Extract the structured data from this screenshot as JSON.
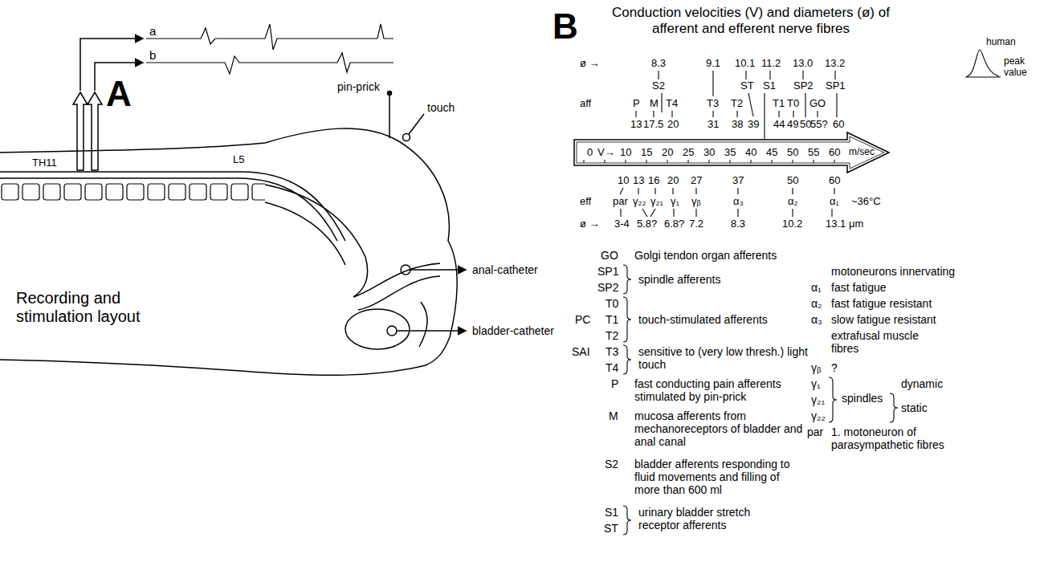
{
  "diagram": {
    "nodes": [
      {
        "text": [
          "0",
          "V→",
          "10",
          "15",
          "20",
          "25",
          "30",
          "35",
          "40",
          "45",
          "50",
          "55",
          "60",
          "m/sec"
        ]
      }
    ],
    "labels": [
      "A",
      "a",
      "b",
      "TH11",
      "L5",
      "pin-prick",
      "touch",
      "anal-catheter",
      "bladder-catheter",
      "Recording and stimulation layout",
      "B",
      "Conduction velocities (V) and diameters (ø) of afferent and efferent nerve fibres",
      "human",
      "peak value",
      "ø →",
      "aff",
      "8.3",
      "9.1",
      "10.1",
      "11.2",
      "13.0",
      "13.2",
      "S2",
      "ST",
      "S1",
      "SP2",
      "SP1",
      "P",
      "M",
      "T4",
      "T3",
      "T2",
      "T1",
      "T0",
      "GO",
      "13",
      "17.5",
      "20",
      "31",
      "38",
      "39",
      "44",
      "49",
      "50",
      "55?",
      "60",
      "10",
      "13",
      "16",
      "20",
      "27",
      "37",
      "50",
      "60",
      "eff",
      "par",
      "γ₂₂",
      "γ₂₁",
      "γ₁",
      "γᵦ",
      "α₃",
      "α₂",
      "α₁",
      "~36°C",
      "ø →",
      "3-4",
      "5.8?",
      "6.8?",
      "7.2",
      "8.3",
      "10.2",
      "13.1 μm",
      "GO",
      "Golgi tendon organ afferents",
      "SP1",
      "SP2",
      "spindle afferents",
      "T0",
      "PC",
      "T1",
      "T2",
      "touch-stimulated afferents",
      "SAI",
      "T3",
      "T4",
      "sensitive to (very low thresh.) light touch",
      "P",
      "fast conducting pain afferents stimulated by pin-prick",
      "M",
      "mucosa afferents from mechanoreceptors of bladder and anal canal",
      "S2",
      "bladder afferents responding to fluid movements and filling of more than 600 ml",
      "S1",
      "ST",
      "urinary bladder stretch receptor afferents",
      "motoneurons innervating",
      "α₁",
      "fast fatigue",
      "α₂",
      "fast fatigue resistant",
      "α₃",
      "slow fatigue resistant",
      "extrafusal muscle fibres",
      "γᵦ",
      "?",
      "γ₁",
      "γ₂₁",
      "γ₂₂",
      "spindles",
      "dynamic",
      "static",
      "par",
      "1. motoneuron of parasympathetic fibres"
    ]
  }
}
